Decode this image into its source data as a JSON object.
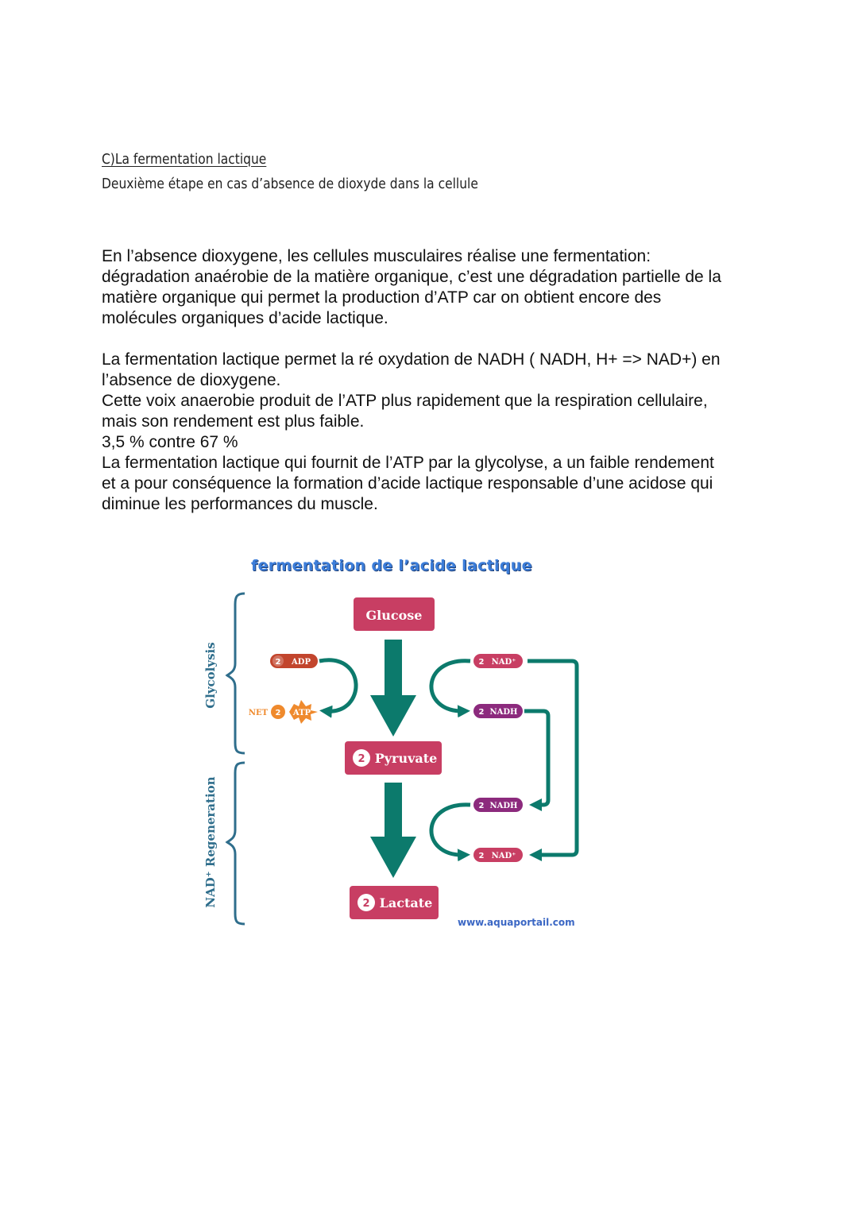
{
  "section": {
    "title": "C)La fermentation lactique",
    "subtitle": "Deuxième étape en cas d’absence de dioxyde dans la cellule"
  },
  "paragraphs": {
    "p1": [
      "En l’absence dioxygene, les cellules musculaires réalise une fermentation:",
      "dégradation anaérobie de la matière organique, c’est une dégradation partielle de la",
      "matière organique qui permet la production d’ATP car on obtient encore des",
      "molécules organiques d’acide lactique."
    ],
    "p2": [
      "La fermentation lactique permet la ré oxydation de NADH ( NADH, H+ => NAD+) en",
      "l’absence de dioxygene.",
      "Cette voix anaerobie produit de l’ATP plus rapidement que la respiration cellulaire,",
      "mais son rendement est plus faible.",
      "3,5 % contre 67 %",
      "La fermentation lactique qui fournit de l’ATP par la glycolyse, a un faible rendement",
      "et a pour conséquence la formation d’acide lactique responsable d’une acidose qui",
      "diminue les performances du muscle."
    ]
  },
  "figure": {
    "title": "fermentation de l’acide lactique",
    "url": "www.aquaportail.com",
    "phase_glycolysis": "Glycolysis",
    "phase_regeneration": "NAD⁺ Regeneration",
    "glucose": "Glucose",
    "pyruvate": "Pyruvate",
    "lactate": "Lactate",
    "adp": "ADP",
    "atp": "ATP",
    "net": "NET",
    "nad_plus": "NAD⁺",
    "nadh": "NADH",
    "count": "2",
    "colors": {
      "teal": "#0c7a6c",
      "crimson": "#c83e63",
      "adp": "#c2452d",
      "atp": "#ef8a2d",
      "purple": "#8c2a7d",
      "bracket": "#2f6e8c",
      "title": "#3c7dd9"
    }
  }
}
